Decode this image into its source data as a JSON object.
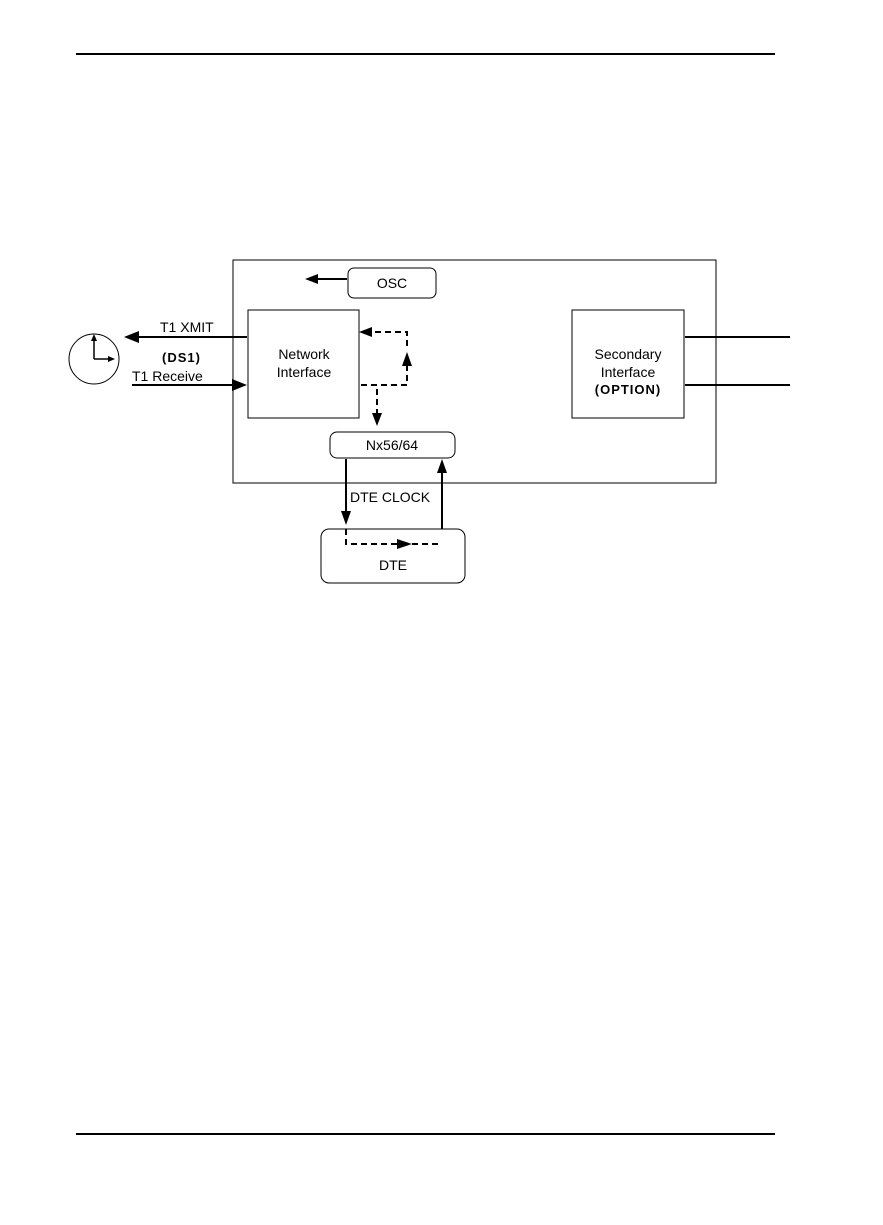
{
  "diagram": {
    "osc_label": "OSC",
    "network_interface": [
      "Network",
      "Interface"
    ],
    "secondary_interface": [
      "Secondary",
      "Interface",
      "(OPTION)"
    ],
    "t1_xmit": "T1 XMIT",
    "ds1": "(DS1)",
    "t1_receive": "T1 Receive",
    "nx_label": "Nx56/64",
    "dte_clock": "DTE CLOCK",
    "dte_label": "DTE",
    "clock_icon": "clock-icon",
    "colors": {
      "line": "#000000",
      "background": "#ffffff"
    }
  }
}
